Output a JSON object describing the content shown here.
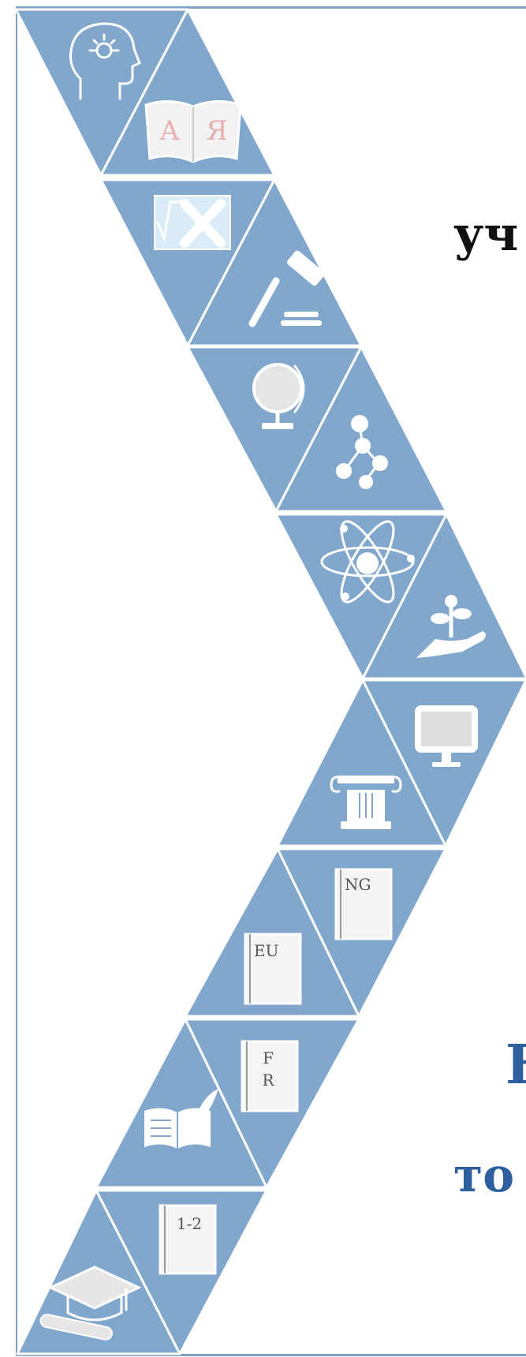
{
  "cover": {
    "text_fragments": {
      "line1": "уч",
      "line2": "Н",
      "line3": "то"
    },
    "icons": [
      {
        "name": "head-lightbulb-icon"
      },
      {
        "name": "alphabet-book-icon",
        "letters": "А Я"
      },
      {
        "name": "math-root-x-icon"
      },
      {
        "name": "gavel-icon"
      },
      {
        "name": "globe-icon"
      },
      {
        "name": "molecule-icon"
      },
      {
        "name": "atom-icon"
      },
      {
        "name": "sprout-hand-icon"
      },
      {
        "name": "computer-monitor-icon"
      },
      {
        "name": "ionic-column-icon"
      },
      {
        "name": "book-ng-icon",
        "code": "NG"
      },
      {
        "name": "book-eu-icon",
        "code": "EU"
      },
      {
        "name": "book-fr-icon",
        "code": "F R"
      },
      {
        "name": "open-book-quill-icon"
      },
      {
        "name": "book-1-2-icon",
        "code": "1-2"
      },
      {
        "name": "graduation-cap-icon"
      }
    ]
  },
  "colors": {
    "banner_fill": "#82a7cd",
    "frame": "#7f9fc6",
    "title_dark": "#111111",
    "title_blue": "#2e5f9e"
  }
}
